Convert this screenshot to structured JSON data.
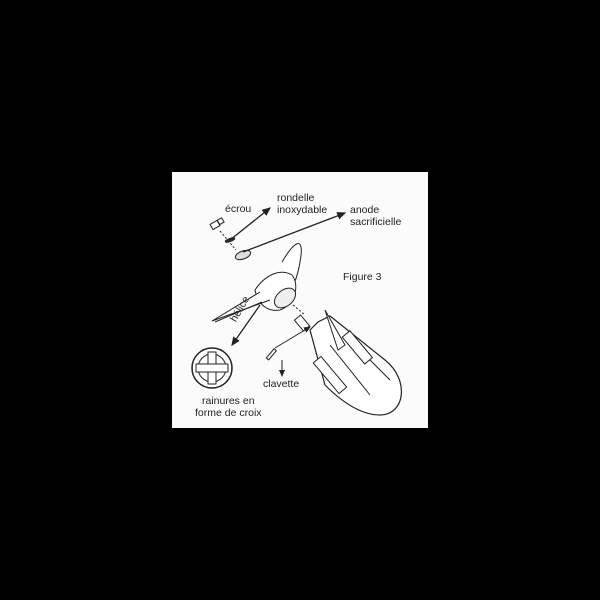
{
  "figure_title": "Figure 3",
  "labels": {
    "nut": "écrou",
    "washer": "rondelle\ninoxydable",
    "anode": "anode\nsacrificielle",
    "propeller": "hélice",
    "pin": "clavette",
    "grooves": "rainures en\nforme de croix"
  }
}
